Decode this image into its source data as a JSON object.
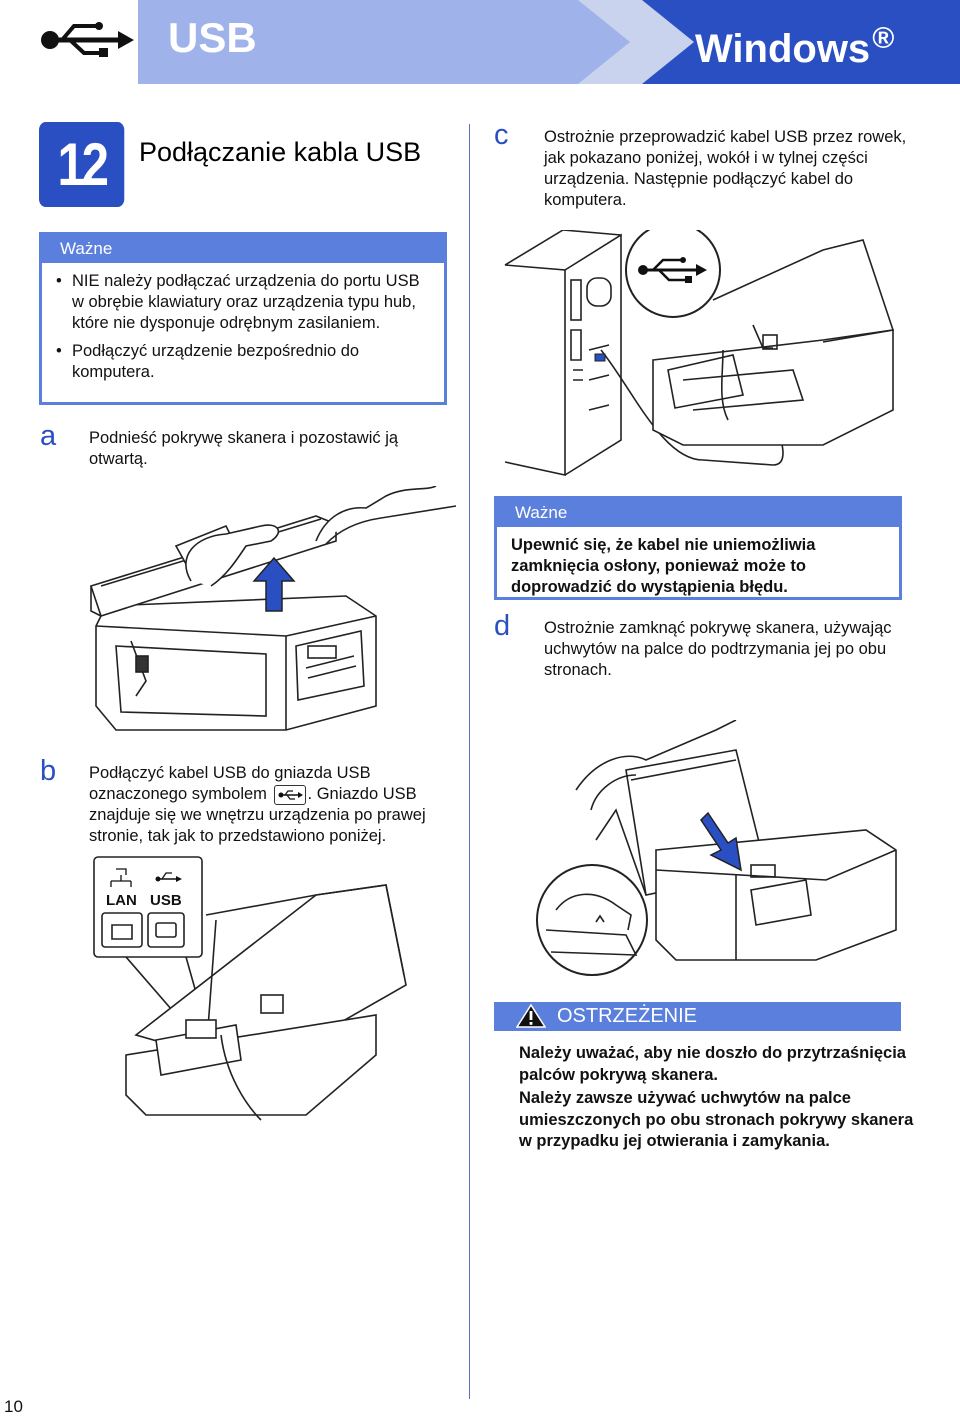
{
  "header": {
    "section": "USB",
    "os": "Windows",
    "os_mark": "®",
    "colors": {
      "light": "#c9d3ee",
      "blue": "#9fb2ea",
      "accent": "#2a4fc2"
    }
  },
  "step": {
    "number": "12",
    "title": "Podłączanie kabla USB"
  },
  "important1": {
    "heading": "Ważne",
    "items": [
      "NIE należy podłączać urządzenia do portu USB w obrębie klawiatury oraz urządzenia typu hub, które nie dysponuje odrębnym zasilaniem.",
      "Podłączyć urządzenie bezpośrednio do komputera."
    ]
  },
  "step_a": {
    "letter": "a",
    "text": "Podnieść pokrywę skanera i pozostawić ją otwartą."
  },
  "step_b": {
    "letter": "b",
    "text_before": "Podłączyć kabel USB do gniazda USB oznaczonego symbolem",
    "text_after": ". Gniazdo USB znajduje się we wnętrzu urządzenia po prawej stronie, tak jak to przedstawiono poniżej.",
    "label_lan": "LAN",
    "label_usb": "USB"
  },
  "step_c": {
    "letter": "c",
    "text": "Ostrożnie przeprowadzić kabel USB przez rowek, jak pokazano poniżej, wokół i w tylnej części urządzenia. Następnie podłączyć kabel do komputera."
  },
  "important2": {
    "heading": "Ważne",
    "text": "Upewnić się, że kabel nie uniemożliwia zamknięcia osłony, ponieważ może to doprowadzić do wystąpienia błędu."
  },
  "step_d": {
    "letter": "d",
    "text": "Ostrożnie zamknąć pokrywę skanera, używając uchwytów na palce do podtrzymania jej po obu stronach."
  },
  "warning": {
    "heading": "OSTRZEŻENIE",
    "text1": "Należy uważać, aby nie doszło do przytrzaśnięcia palców pokrywą skanera.",
    "text2": "Należy zawsze używać uchwytów na palce umieszczonych po obu stronach pokrywy skanera w przypadku jej otwierania i zamykania."
  },
  "page_number": "10"
}
